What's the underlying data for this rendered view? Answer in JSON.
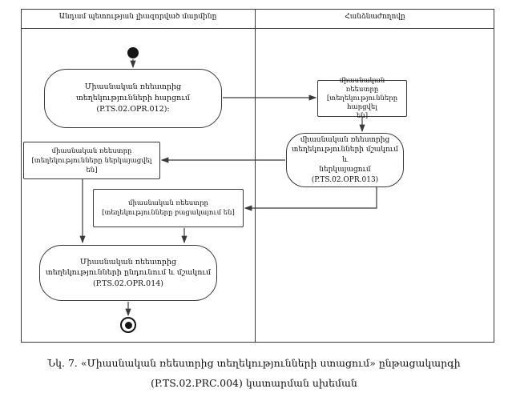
{
  "lanes": {
    "left": {
      "title": "Անդամ պետության լիազորված մարմինը"
    },
    "right": {
      "title": "Հանձնաժողովը"
    }
  },
  "nodes": {
    "query": {
      "lines": [
        "Միասնական ռեեստրից",
        "տեղեկությունների հարցում",
        "(P.TS.02.OPR.012)։"
      ]
    },
    "requested": {
      "lines": [
        "միասնական ռեեստրը",
        "[տեղեկությունները հարցվել",
        "են]"
      ]
    },
    "process": {
      "lines": [
        "միասնական ռեեստրից",
        "տեղեկությունների մշակում և",
        "ներկայացում (P.TS.02.OPR.013)"
      ]
    },
    "presented": {
      "lines": [
        "միասնական ռեեստրը",
        "[տեղեկությունները ներկայացվել են]"
      ]
    },
    "missing": {
      "lines": [
        "միասնական ռեեստրը",
        "[տեղեկությունները բացակայում են]"
      ]
    },
    "receive": {
      "lines": [
        "Միասնական ռեեստրից",
        "տեղեկությունների ընդունում և մշակում",
        "(P.TS.02.OPR.014)"
      ]
    }
  },
  "caption": {
    "line1": "Նկ. 7. «Միասնական ռեեստրից տեղեկությունների ստացում» ընթացակարգի",
    "line2": "(P.TS.02.PRC.004) կատարման սխեման"
  },
  "colors": {
    "line": "#3a3a3a",
    "node_fill": "#ffffff",
    "text": "#111111"
  }
}
